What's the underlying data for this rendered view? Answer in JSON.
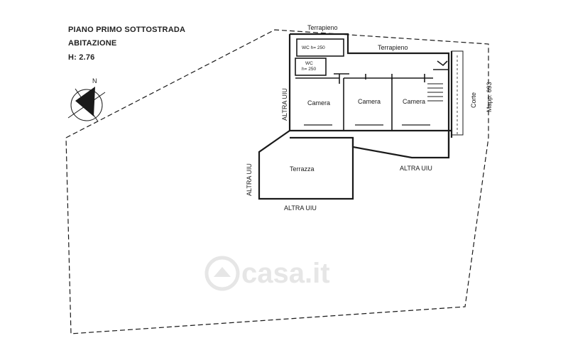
{
  "header": {
    "line1": "PIANO PRIMO SOTTOSTRADA",
    "line2": "ABITAZIONE",
    "line3": "H: 2.76"
  },
  "compass": {
    "north": "N",
    "icon": "north-arrow-icon"
  },
  "labels": {
    "terrapieno_top": "Terrapieno",
    "terrapieno_right": "Terrapieno",
    "altra_uiu_left": "ALTRA UIU",
    "altra_uiu_terrace_left": "ALTRA UIU",
    "altra_uiu_bottom": "ALTRA UIU",
    "altra_uiu_right": "ALTRA UIU",
    "corte": "Corte",
    "mapp": "Mapp. 693"
  },
  "rooms": {
    "wc1_name": "WC",
    "wc1_h": "h= 250",
    "wc2_name": "WC",
    "wc2_h": "h= 250",
    "camera1": "Camera",
    "camera2": "Camera",
    "camera3": "Camera",
    "terrazza": "Terrazza"
  },
  "watermark": {
    "text": "casa.it",
    "icon": "house-logo-icon"
  },
  "colors": {
    "line": "#1a1a1a",
    "watermark": "#e6e6e6"
  }
}
